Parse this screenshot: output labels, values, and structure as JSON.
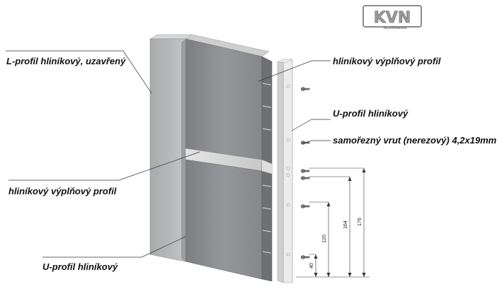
{
  "logo": {
    "text": "KVN",
    "subtext": "ALUMINIUM"
  },
  "labels": {
    "l_profile": "L-profil hliníkový, uzavřený",
    "fill_profile_top": "hliníkový výplňový profil",
    "u_profile_right": "U-profil hliníkový",
    "screw": "samořezný vrut (nerezový) 4,2x19mm",
    "fill_profile_left": "hliníkový výplňový profil",
    "u_profile_bottom": "U-profil hliníkový"
  },
  "dimensions": [
    "176",
    "164",
    "120",
    "40"
  ],
  "colors": {
    "panel": "#8f9091",
    "frame": "#b5b6b8",
    "rail": "#dcdcdc",
    "line": "#333333"
  }
}
